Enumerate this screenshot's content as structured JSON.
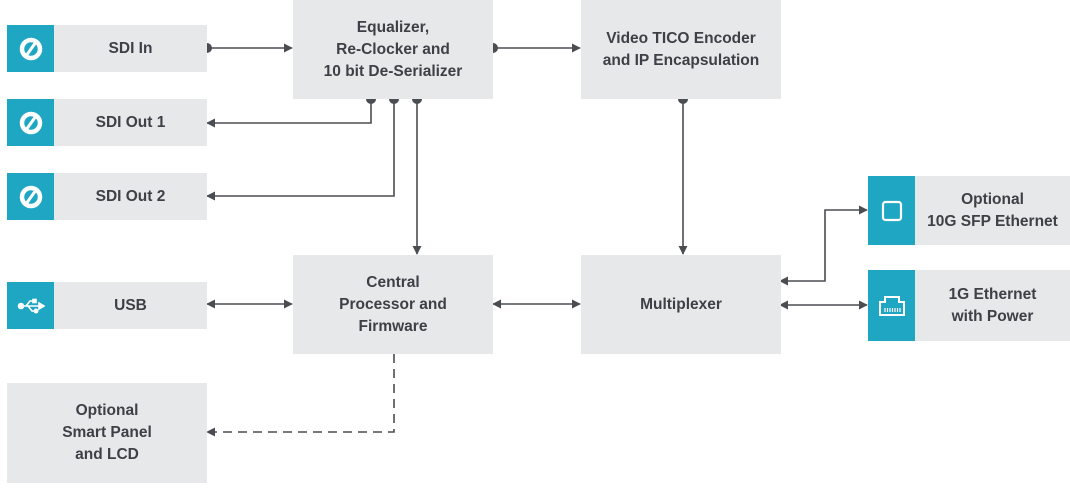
{
  "colors": {
    "panel": "#e6e8ea",
    "accent": "#1ea6c2",
    "text": "#3d4046",
    "wire": "#4a4d52",
    "white": "#ffffff"
  },
  "ports": {
    "sdi_in": {
      "label": [
        "SDI In"
      ],
      "icon": "sdi-connector-icon"
    },
    "sdi_out_1": {
      "label": [
        "SDI Out 1"
      ],
      "icon": "sdi-connector-icon"
    },
    "sdi_out_2": {
      "label": [
        "SDI Out 2"
      ],
      "icon": "sdi-connector-icon"
    },
    "usb": {
      "label": [
        "USB"
      ],
      "icon": "usb-icon"
    },
    "optional_smart_panel": {
      "label": [
        "Optional",
        "Smart Panel",
        "and LCD"
      ]
    },
    "sfp": {
      "label": [
        "Optional",
        "10G SFP Ethernet"
      ],
      "icon": "sfp-port-icon"
    },
    "ethernet": {
      "label": [
        "1G Ethernet",
        "with Power"
      ],
      "icon": "ethernet-port-icon"
    }
  },
  "blocks": {
    "equalizer": {
      "label": [
        "Equalizer,",
        "Re-Clocker and",
        "10 bit De-Serializer"
      ]
    },
    "encoder": {
      "label": [
        "Video TICO Encoder",
        "and IP Encapsulation"
      ]
    },
    "processor": {
      "label": [
        "Central",
        "Processor and",
        "Firmware"
      ]
    },
    "multiplexer": {
      "label": [
        "Multiplexer"
      ]
    }
  }
}
